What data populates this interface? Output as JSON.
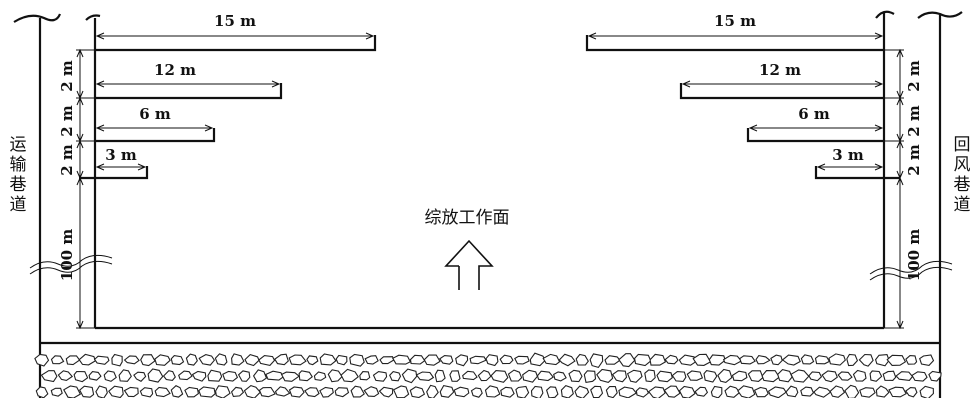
{
  "labels": {
    "left_roadway": [
      "运",
      "输",
      "巷",
      "道"
    ],
    "right_roadway": [
      "回",
      "风",
      "巷",
      "道"
    ],
    "face": "综放工作面"
  },
  "left_pipes": [
    {
      "length": "15 m",
      "spacing": "2 m"
    },
    {
      "length": "12 m",
      "spacing": "2 m"
    },
    {
      "length": "6 m",
      "spacing": "2 m"
    },
    {
      "length": "3 m",
      "spacing": "100 m"
    }
  ],
  "right_pipes": [
    {
      "length": "15 m",
      "spacing": "2 m"
    },
    {
      "length": "12 m",
      "spacing": "2 m"
    },
    {
      "length": "6 m",
      "spacing": "2 m"
    },
    {
      "length": "3 m",
      "spacing": "100 m"
    }
  ]
}
